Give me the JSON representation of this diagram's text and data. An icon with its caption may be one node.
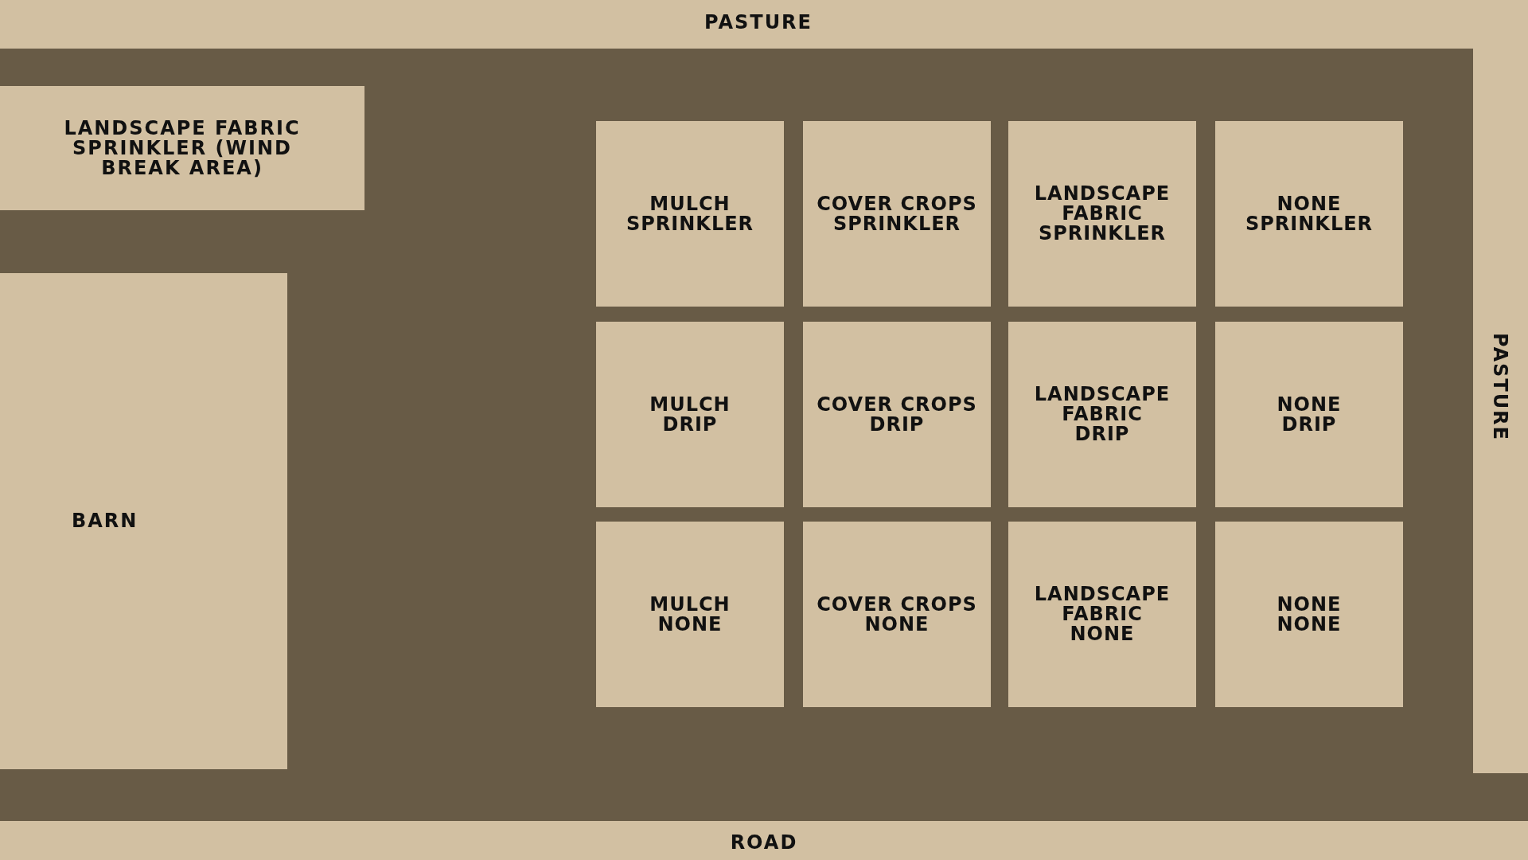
{
  "diagram": {
    "nodes": [
      {
        "text": [
          "LANDSCAPE FABRIC SPRINKLER (WIND BREAK AREA)"
        ]
      },
      {
        "text": [
          "BARN"
        ]
      },
      {
        "text": [
          "MULCH",
          "SPRINKLER"
        ]
      },
      {
        "text": [
          "COVER CROPS",
          "SPRINKLER"
        ]
      },
      {
        "text": [
          "LANDSCAPE FABRIC",
          "SPRINKLER"
        ]
      },
      {
        "text": [
          "NONE",
          "SPRINKLER"
        ]
      },
      {
        "text": [
          "MULCH",
          "DRIP"
        ]
      },
      {
        "text": [
          "COVER CROPS",
          "DRIP"
        ]
      },
      {
        "text": [
          "LANDSCAPE FABRIC",
          "DRIP"
        ]
      },
      {
        "text": [
          "NONE",
          "DRIP"
        ]
      },
      {
        "text": [
          "MULCH",
          "NONE"
        ]
      },
      {
        "text": [
          "COVER CROPS",
          "NONE"
        ]
      },
      {
        "text": [
          "LANDSCAPE FABRIC",
          "NONE"
        ]
      },
      {
        "text": [
          "NONE",
          "NONE"
        ]
      }
    ],
    "labels": [
      "PASTURE",
      "PASTURE",
      "ROAD"
    ]
  }
}
